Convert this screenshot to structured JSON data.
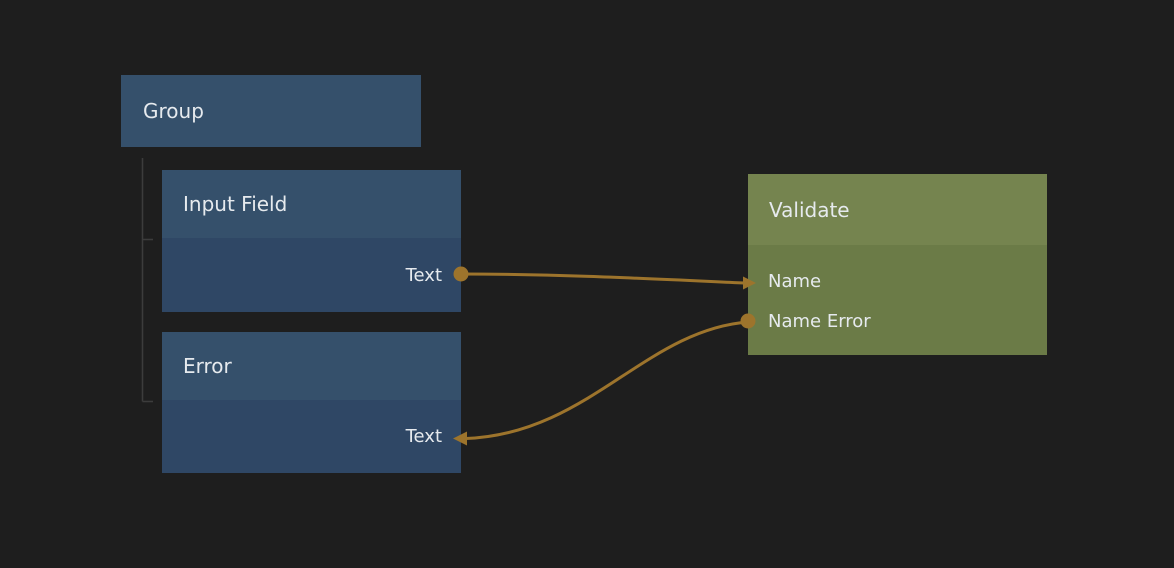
{
  "canvas": {
    "background": "#1e1e1e"
  },
  "nodes": {
    "group": {
      "title": "Group"
    },
    "input_field": {
      "title": "Input Field",
      "ports": {
        "text_out": {
          "label": "Text",
          "direction": "output"
        }
      }
    },
    "error": {
      "title": "Error",
      "ports": {
        "text_in": {
          "label": "Text",
          "direction": "input"
        }
      }
    },
    "validate": {
      "title": "Validate",
      "ports": {
        "name_in": {
          "label": "Name",
          "direction": "input"
        },
        "name_error_out": {
          "label": "Name Error",
          "direction": "output"
        }
      }
    }
  },
  "hierarchy": {
    "parent": "Group",
    "children": [
      "Input Field",
      "Error"
    ]
  },
  "connections": [
    {
      "from_node": "Input Field",
      "from_port": "Text",
      "to_node": "Validate",
      "to_port": "Name"
    },
    {
      "from_node": "Validate",
      "from_port": "Name Error",
      "to_node": "Error",
      "to_port": "Text"
    }
  ],
  "colors": {
    "background": "#1e1e1e",
    "blue_node_header": "#35506b",
    "blue_node_body": "#2f4765",
    "green_node_header": "#75844f",
    "green_node_body": "#6b7b47",
    "wire": "#9d742c",
    "tree_line": "#3c3c3c",
    "text": "#e6eaee"
  }
}
